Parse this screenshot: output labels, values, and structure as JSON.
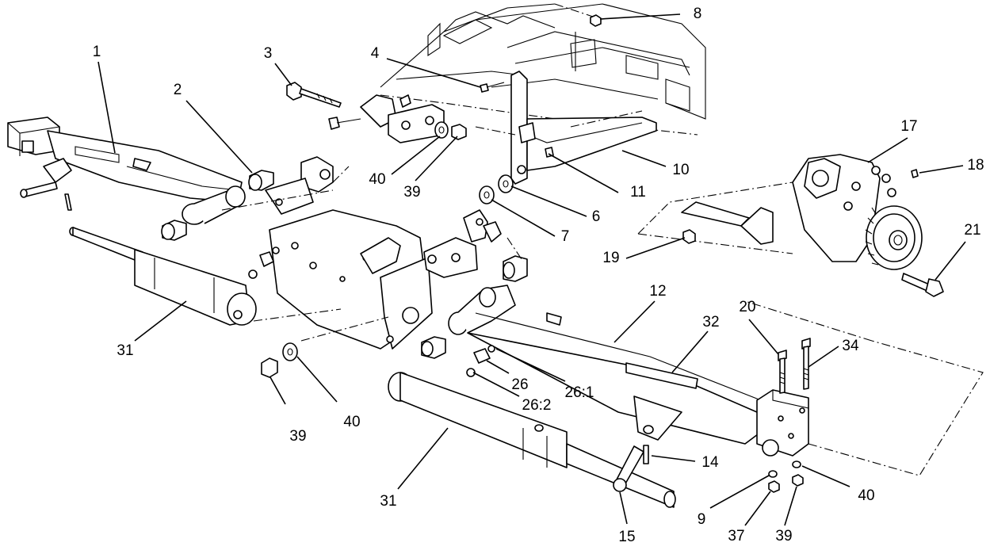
{
  "diagram": {
    "callouts": [
      {
        "id": "c1",
        "text": "1"
      },
      {
        "id": "c2",
        "text": "2"
      },
      {
        "id": "c3",
        "text": "3"
      },
      {
        "id": "c4",
        "text": "4"
      },
      {
        "id": "c8",
        "text": "8"
      },
      {
        "id": "c40a",
        "text": "40"
      },
      {
        "id": "c39a",
        "text": "39"
      },
      {
        "id": "c6",
        "text": "6"
      },
      {
        "id": "c7",
        "text": "7"
      },
      {
        "id": "c10",
        "text": "10"
      },
      {
        "id": "c11",
        "text": "11"
      },
      {
        "id": "c17",
        "text": "17"
      },
      {
        "id": "c18",
        "text": "18"
      },
      {
        "id": "c19",
        "text": "19"
      },
      {
        "id": "c21",
        "text": "21"
      },
      {
        "id": "c12",
        "text": "12"
      },
      {
        "id": "c20",
        "text": "20"
      },
      {
        "id": "c32",
        "text": "32"
      },
      {
        "id": "c34",
        "text": "34"
      },
      {
        "id": "c31a",
        "text": "31"
      },
      {
        "id": "c40b",
        "text": "40"
      },
      {
        "id": "c39b",
        "text": "39"
      },
      {
        "id": "c26",
        "text": "26"
      },
      {
        "id": "c26_1",
        "text": "26:1"
      },
      {
        "id": "c26_2",
        "text": "26:2"
      },
      {
        "id": "c31b",
        "text": "31"
      },
      {
        "id": "c14",
        "text": "14"
      },
      {
        "id": "c15",
        "text": "15"
      },
      {
        "id": "c9",
        "text": "9"
      },
      {
        "id": "c37",
        "text": "37"
      },
      {
        "id": "c39c",
        "text": "39"
      },
      {
        "id": "c40c",
        "text": "40"
      }
    ]
  }
}
